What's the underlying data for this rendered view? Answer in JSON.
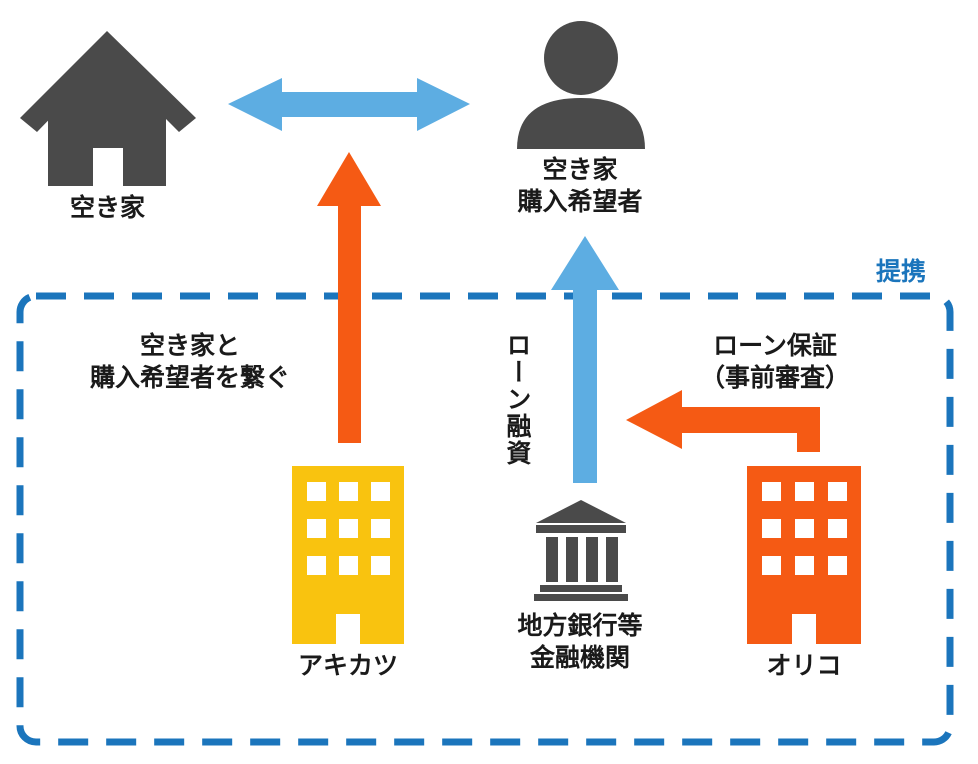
{
  "nodes": {
    "vacant_house": {
      "label": "空き家",
      "icon": "house-icon"
    },
    "buyer": {
      "line1": "空き家",
      "line2": "購入希望者",
      "icon": "person-icon"
    },
    "akikatsu": {
      "label": "アキカツ",
      "icon": "building-icon"
    },
    "bank": {
      "line1": "地方銀行等",
      "line2": "金融機関",
      "icon": "bank-icon"
    },
    "orico": {
      "label": "オリコ",
      "icon": "building-icon"
    }
  },
  "edges": {
    "connect": {
      "line1": "空き家と",
      "line2": "購入希望者を繋ぐ"
    },
    "loan": {
      "label": "ローン融資"
    },
    "guarantee": {
      "line1": "ローン保証",
      "line2": "（事前審査）"
    }
  },
  "partnership": {
    "label": "提携"
  },
  "colors": {
    "dark_gray": "#4a4a4a",
    "light_blue": "#5dade2",
    "orange_red": "#f55a14",
    "yellow": "#f9c30f",
    "frame_blue": "#1b75bc"
  }
}
